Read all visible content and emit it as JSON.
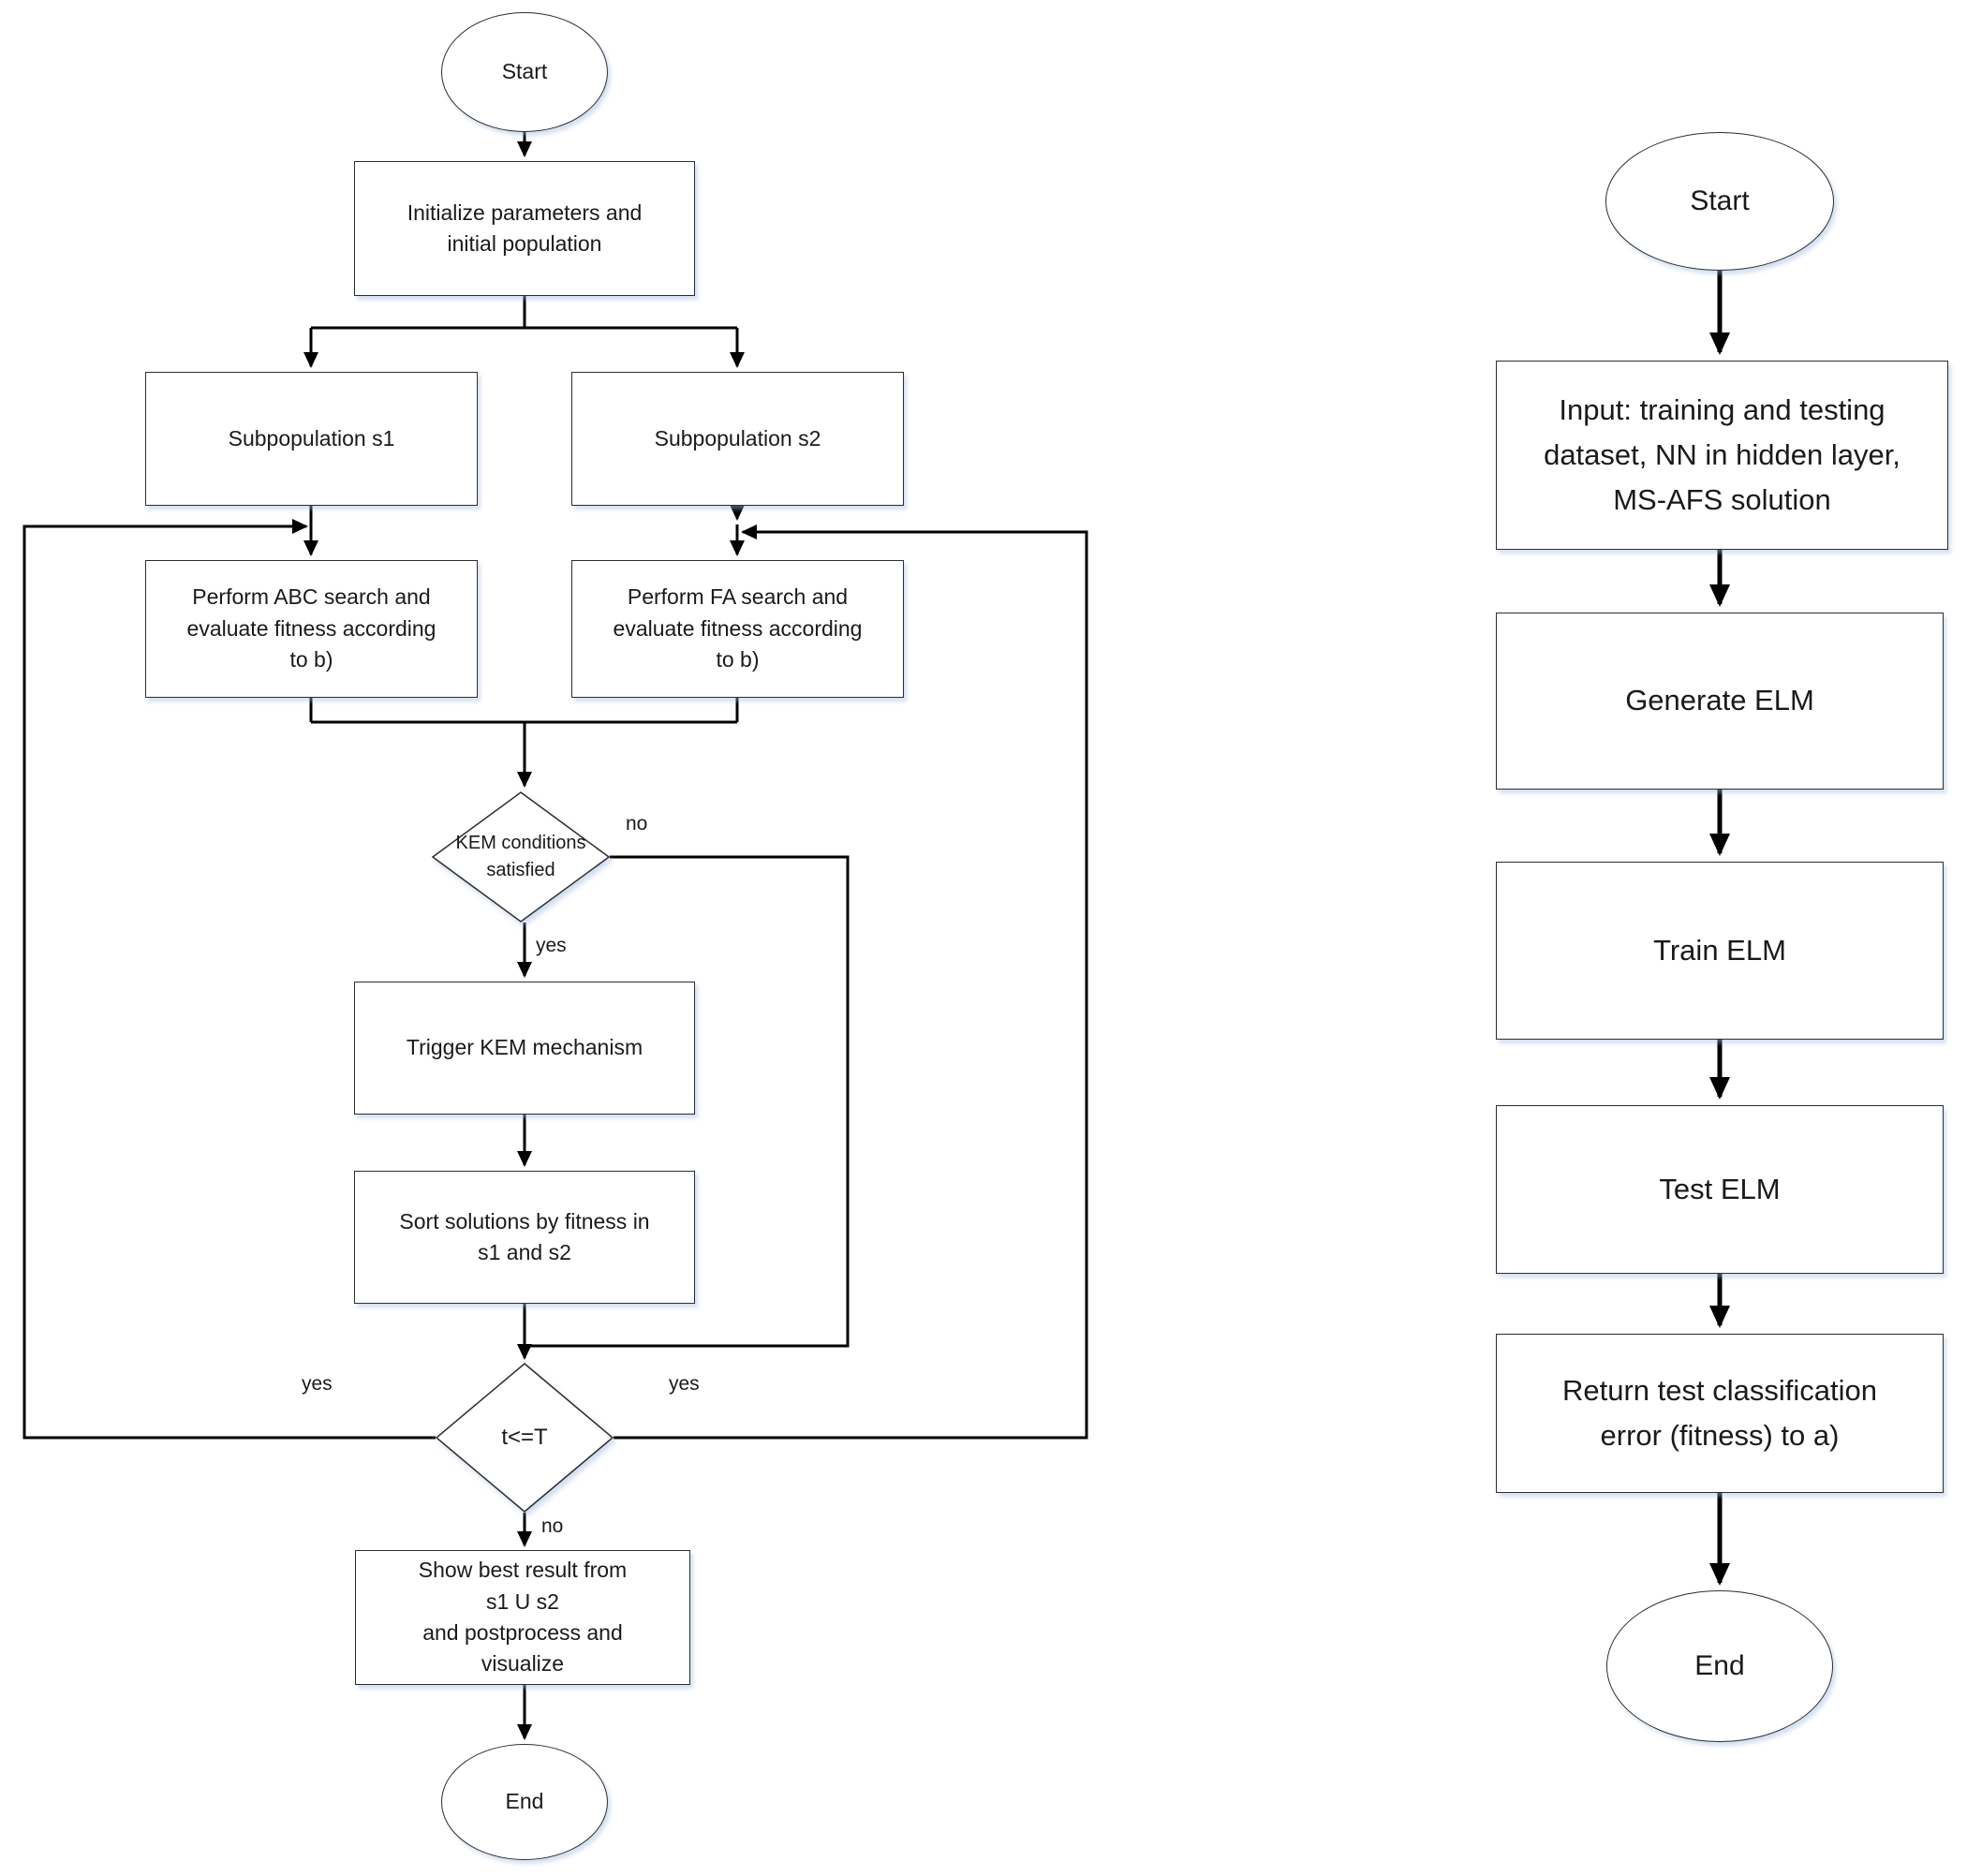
{
  "left_chart": {
    "start": "Start",
    "initialize": "Initialize parameters and\ninitial population",
    "subpop_s1": "Subpopulation s1",
    "subpop_s2": "Subpopulation s2",
    "abc_search": "Perform ABC search and\nevaluate fitness according\nto b)",
    "fa_search": "Perform FA search and\nevaluate fitness according\nto b)",
    "kem_decision": "KEM conditions\nsatisfied",
    "kem_no_label": "no",
    "kem_yes_label": "yes",
    "trigger_kem": "Trigger KEM mechanism",
    "sort_solutions": "Sort solutions by fitness in\ns1 and s2",
    "t_decision": "t<=T",
    "t_yes_left_label": "yes",
    "t_yes_right_label": "yes",
    "t_no_label": "no",
    "show_result": "Show best result from\ns1 U s2\nand postprocess and\nvisualize",
    "end": "End"
  },
  "right_chart": {
    "start": "Start",
    "input": "Input: training and testing\ndataset, NN in hidden layer,\nMS-AFS solution",
    "generate_elm": "Generate ELM",
    "train_elm": "Train ELM",
    "test_elm": "Test ELM",
    "return_error": "Return test classification\nerror (fitness) to a)",
    "end": "End"
  }
}
